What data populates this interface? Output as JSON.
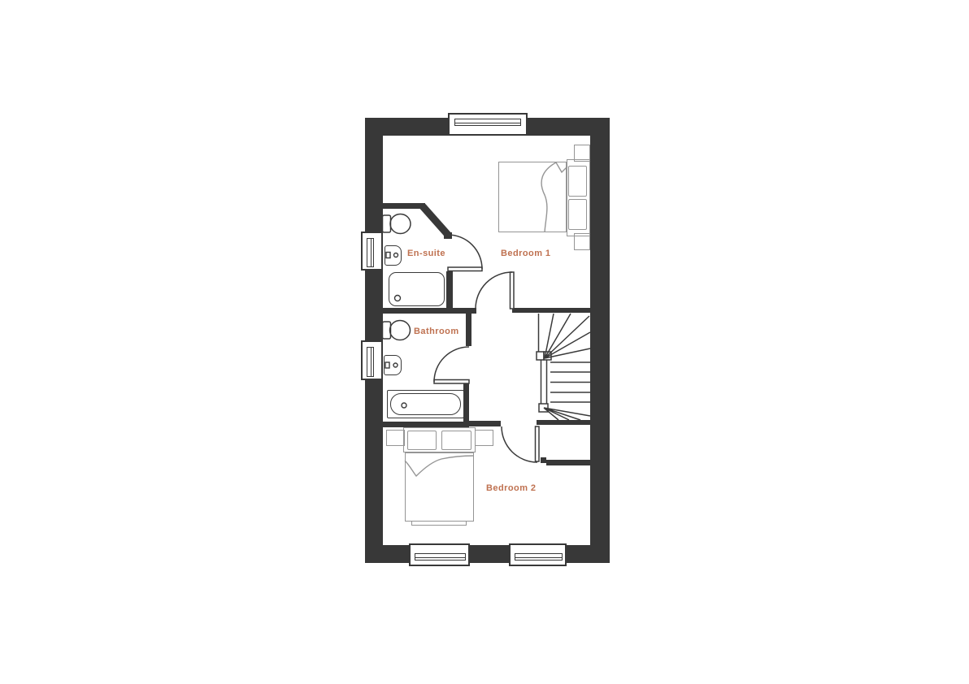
{
  "floorplan": {
    "rooms": [
      {
        "id": "ensuite",
        "label": "En-suite"
      },
      {
        "id": "bedroom1",
        "label": "Bedroom 1"
      },
      {
        "id": "bathroom",
        "label": "Bathroom"
      },
      {
        "id": "bedroom2",
        "label": "Bedroom 2"
      }
    ],
    "colors": {
      "wall": "#383838",
      "fixture_line": "#3a3a3a",
      "furniture_line": "#959595",
      "label_text": "#bf7150",
      "background": "#ffffff"
    },
    "fixture_icons": [
      "toilet-icon",
      "basin-icon",
      "shower-icon",
      "bath-icon",
      "double-bed-icon",
      "bedside-table-icon",
      "staircase-icon",
      "window-icon",
      "door-swing-icon"
    ]
  }
}
